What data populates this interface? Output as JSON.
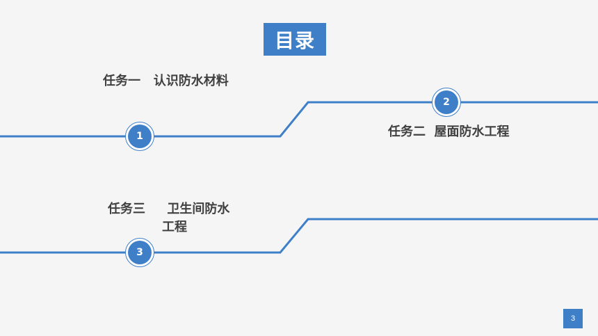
{
  "title": "目录",
  "tasks": [
    {
      "number": "1",
      "label": "任务一   认识防水材料"
    },
    {
      "number": "2",
      "label": "任务二  屋面防水工程"
    },
    {
      "number": "3",
      "label_line1": "任务三     卫生间防水",
      "label_line2": "工程"
    }
  ],
  "page_number": "3",
  "colors": {
    "accent": "#3f7fc8",
    "text": "#404040",
    "background": "#f5f5f6"
  }
}
